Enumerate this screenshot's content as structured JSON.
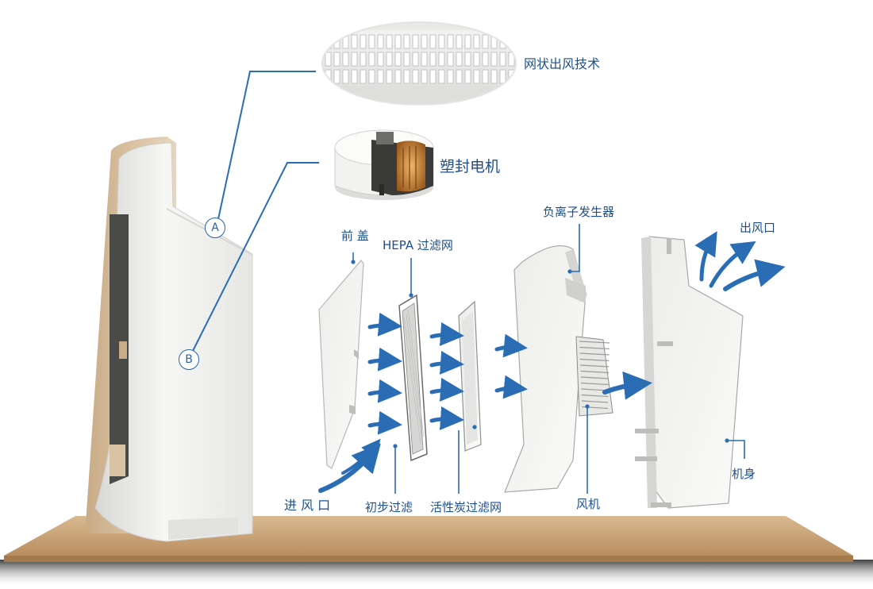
{
  "callouts": {
    "grille": "网状出风技术",
    "motor": "塑封电机"
  },
  "markers": {
    "a": "A",
    "b": "B"
  },
  "parts": {
    "front_cover": "前 盖",
    "hepa_filter": "HEPA 过滤网",
    "anion_generator": "负离子发生器",
    "air_outlet": "出风口",
    "air_inlet": "进 风 口",
    "pre_filter": "初步过滤",
    "carbon_filter": "活性炭过滤网",
    "fan": "风机",
    "body": "机身"
  },
  "colors": {
    "accent": "#2a6db5",
    "label": "#1d4f8c",
    "table_top": "#c7a37a",
    "panel": "#f3f3f1"
  }
}
